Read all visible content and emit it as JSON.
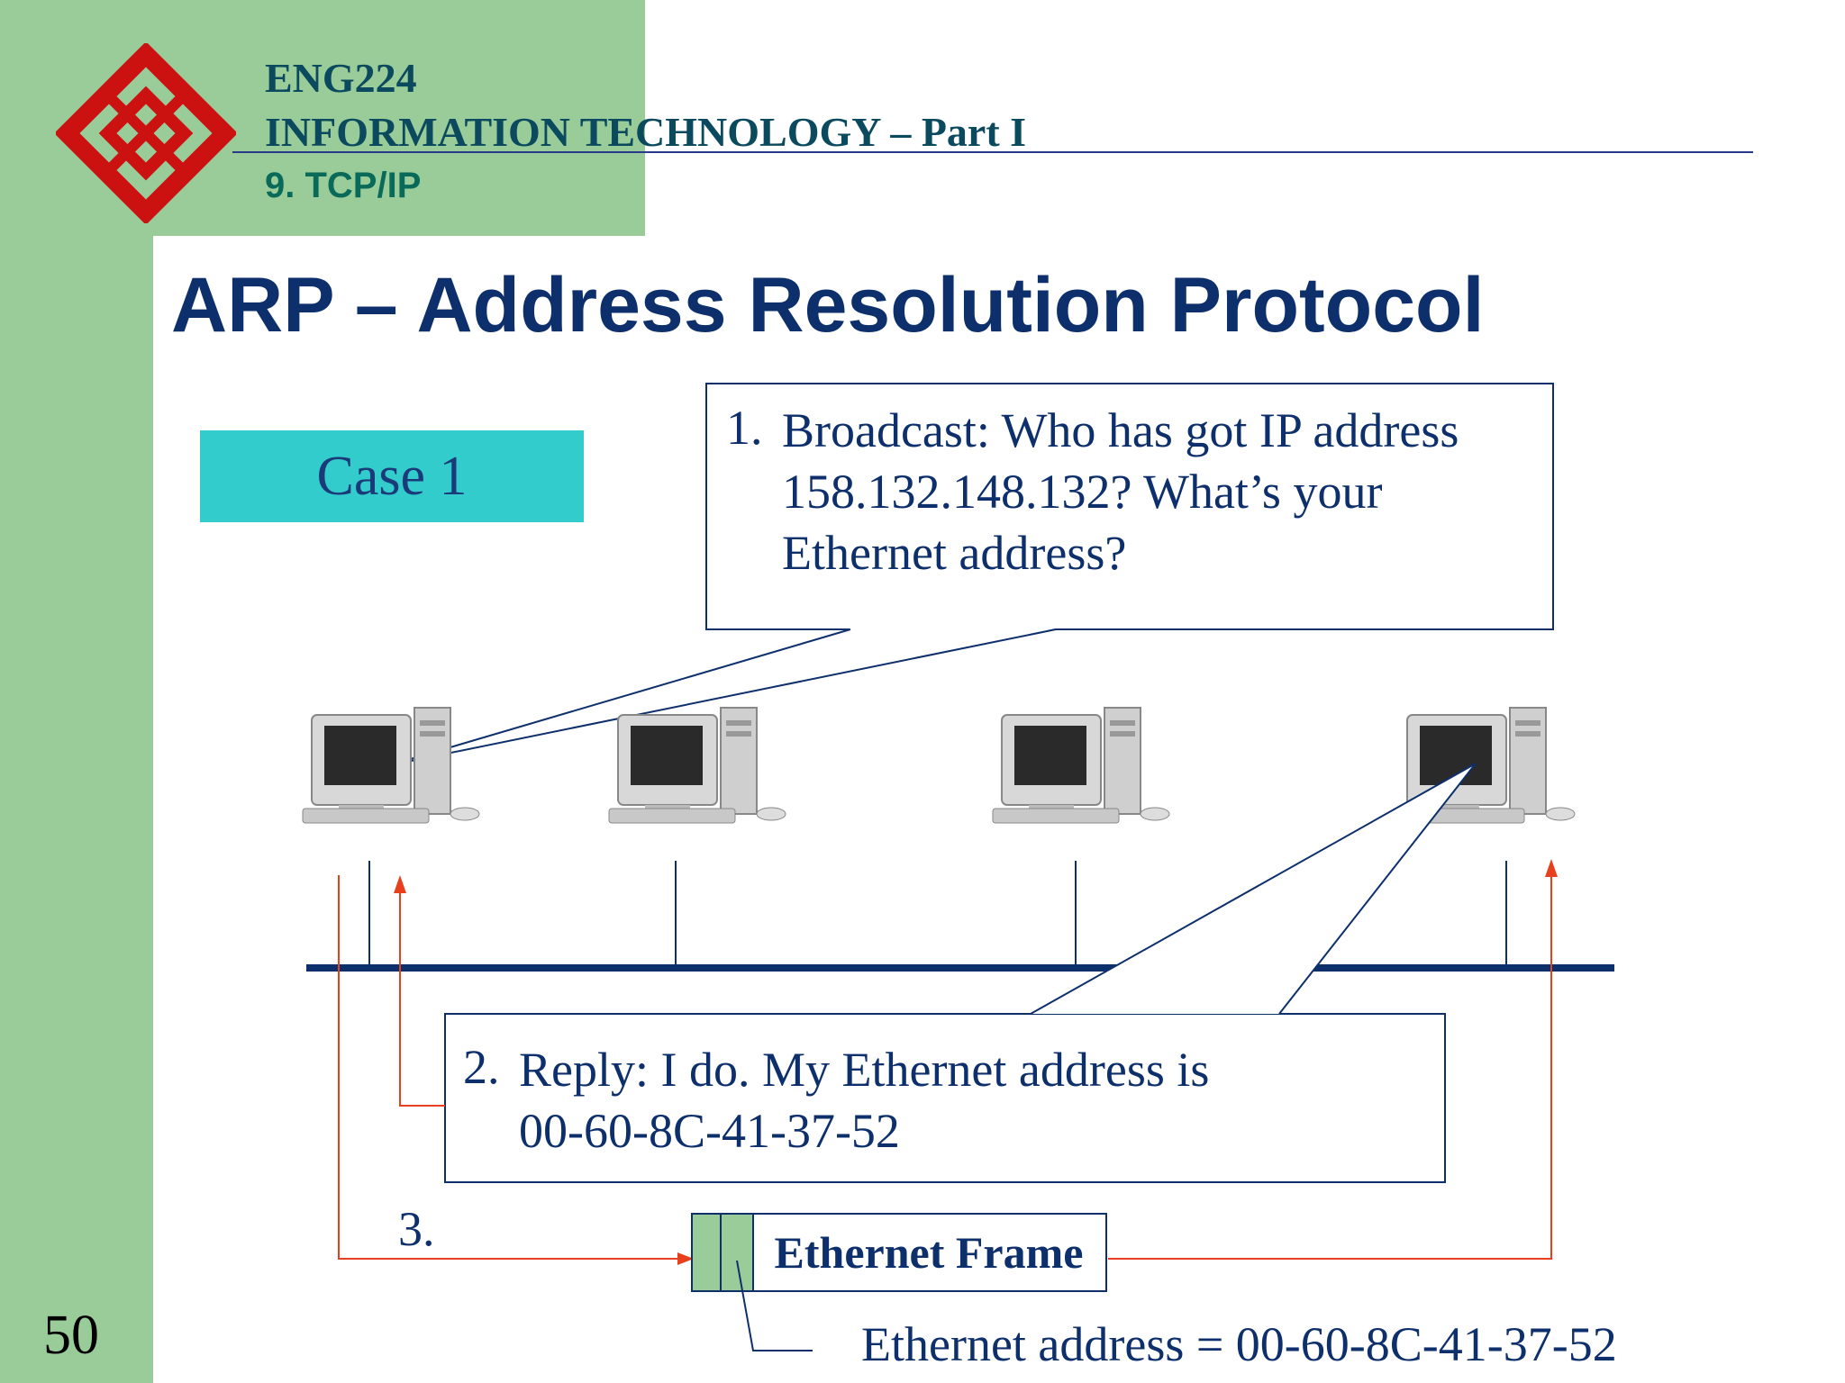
{
  "header": {
    "course": "ENG224",
    "subject": "INFORMATION TECHNOLOGY – Part I",
    "chapter": "9. TCP/IP"
  },
  "slide": {
    "title": "ARP – Address Resolution Protocol",
    "case_label": "Case 1",
    "page_number": "50"
  },
  "diagram": {
    "broadcast": {
      "number": "1.",
      "lines": [
        "Broadcast: Who has got IP address",
        "158.132.148.132? What’s your",
        "Ethernet address?"
      ]
    },
    "reply": {
      "number": "2.",
      "lines": [
        "Reply: I do. My Ethernet address is",
        "00-60-8C-41-37-52"
      ]
    },
    "step3_label": "3.",
    "frame_label": "Ethernet Frame",
    "ethernet_address_note": "Ethernet address = 00-60-8C-41-37-52"
  },
  "colors": {
    "sidebar_green": "#99cc99",
    "case_teal": "#33cccc",
    "navy": "#0d2f6b",
    "arrow_red": "#e8401c",
    "logo_red": "#cc1111"
  }
}
